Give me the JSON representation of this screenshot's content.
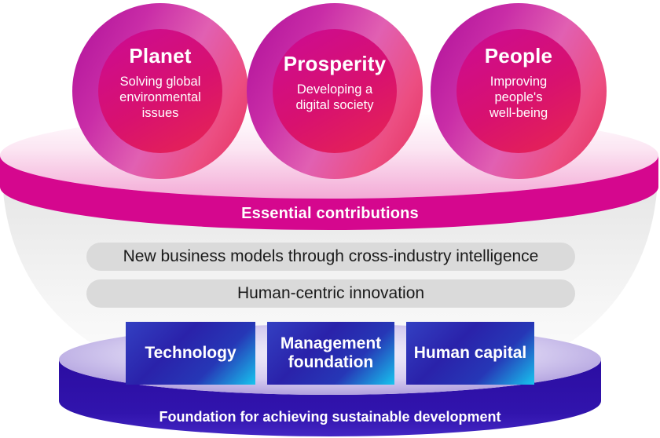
{
  "pillars": [
    {
      "title": "Planet",
      "subtitle": "Solving global environmental issues"
    },
    {
      "title": "Prosperity",
      "subtitle": "Developing a digital society"
    },
    {
      "title": "People",
      "subtitle": "Improving people's well-being"
    }
  ],
  "essential_band": {
    "label": "Essential contributions"
  },
  "capability_layers": [
    {
      "label": "New business models through cross-industry intelligence"
    },
    {
      "label": "Human-centric innovation"
    }
  ],
  "foundation_blocks": [
    {
      "label": "Technology"
    },
    {
      "label": "Management foundation"
    },
    {
      "label": "Human capital"
    }
  ],
  "foundation_band": {
    "label": "Foundation for achieving sustainable development"
  },
  "colors": {
    "magenta_rim": "#d5078e",
    "disk_pink": "#f3aad6",
    "circle_outer_start": "#ae0f99",
    "circle_outer_end": "#e42e5c",
    "circle_inner_start": "#ce0c8c",
    "circle_inner_end": "#e62454",
    "layer_gray": "#dadada",
    "funnel_gray": "#e9e9e9",
    "block_blue_dark": "#2a22aa",
    "block_blue_cyan": "#17c5ee",
    "indigo_rim": "#2d0fa4",
    "lavender_surface": "#cfc5ee",
    "text_light": "#ffffff",
    "text_dark": "#1a1a1a"
  }
}
